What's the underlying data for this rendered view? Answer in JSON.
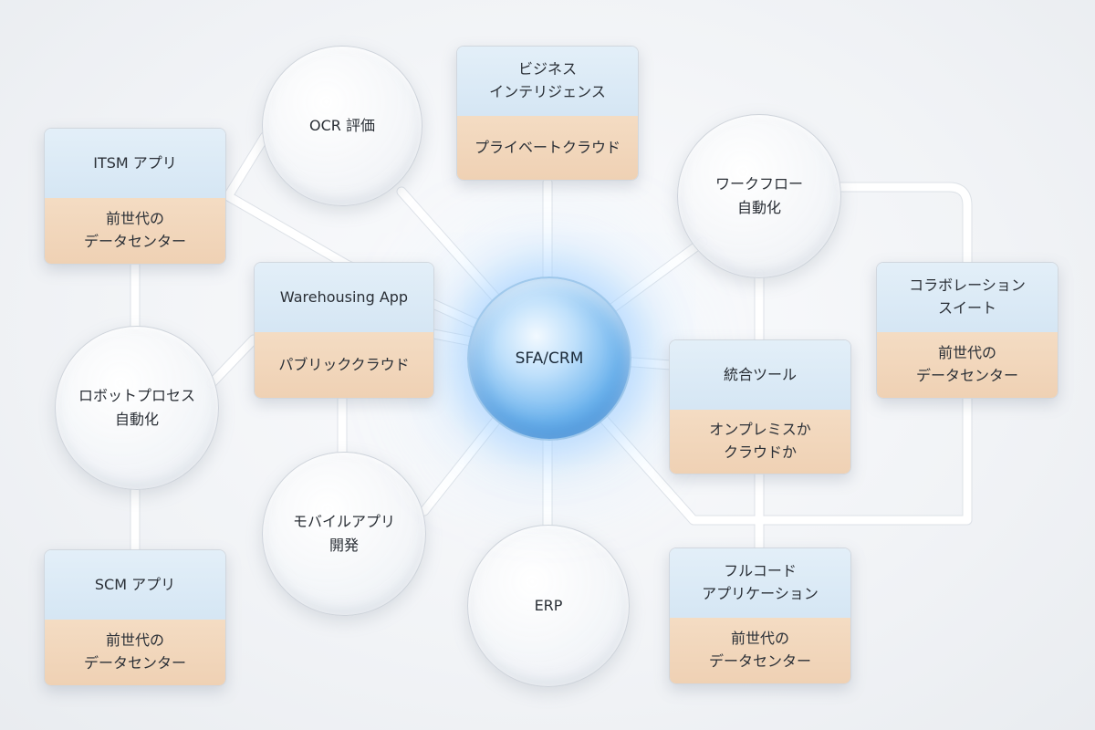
{
  "hub": {
    "label": "SFA/CRM"
  },
  "circles": {
    "ocr": "OCR 評価",
    "workflow": "ワークフロー\n自動化",
    "rpa": "ロボットプロセス\n自動化",
    "mobile": "モバイルアプリ\n開発",
    "erp": "ERP"
  },
  "cards": {
    "bi": {
      "top": "ビジネス\nインテリジェンス",
      "bottom": "プライベートクラウド"
    },
    "itsm": {
      "top": "ITSM アプリ",
      "bottom": "前世代の\nデータセンター"
    },
    "warehousing": {
      "top": "Warehousing App",
      "bottom": "パブリッククラウド"
    },
    "collab": {
      "top": "コラボレーション\nスイート",
      "bottom": "前世代の\nデータセンター"
    },
    "integration": {
      "top": "統合ツール",
      "bottom": "オンプレミスか\nクラウドか"
    },
    "scm": {
      "top": "SCM アプリ",
      "bottom": "前世代の\nデータセンター"
    },
    "fullcode": {
      "top": "フルコード\nアプリケーション",
      "bottom": "前世代の\nデータセンター"
    }
  },
  "colors": {
    "card_top": "#d8e8f5",
    "card_bottom": "#f0d4b8",
    "hub": "#6fb5ee",
    "connector": "#ffffff"
  }
}
